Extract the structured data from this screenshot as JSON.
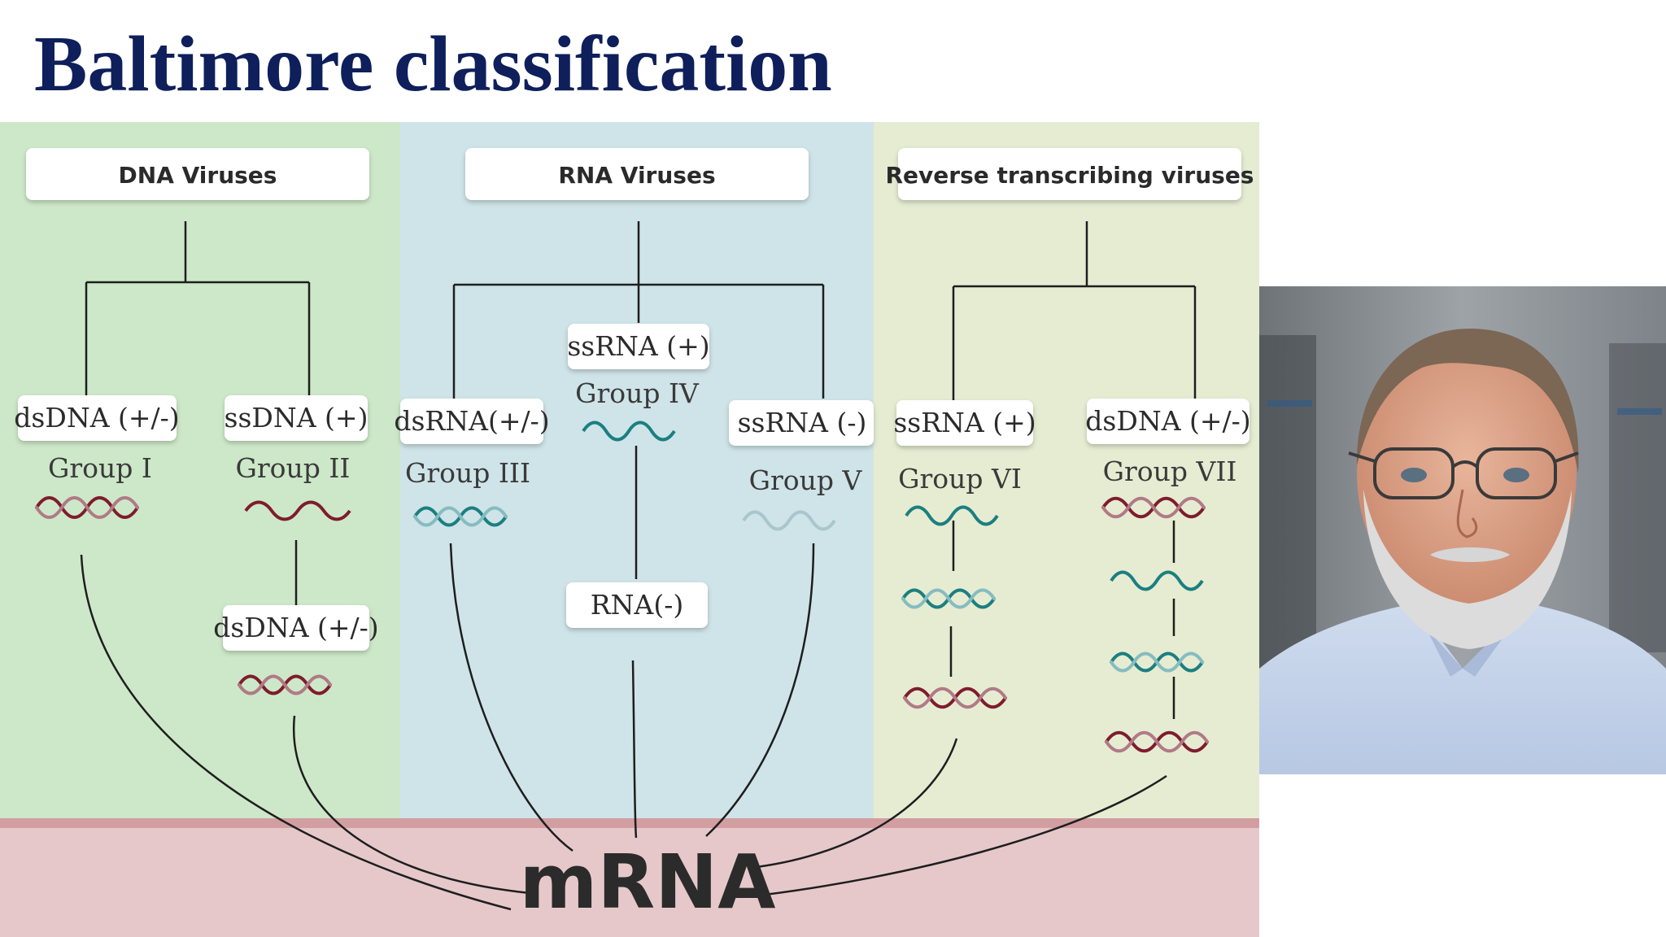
{
  "slide": {
    "title": "Baltimore classification"
  },
  "diagram": {
    "headers": {
      "dna": "DNA Viruses",
      "rna": "RNA Viruses",
      "rt": "Reverse transcribing viruses"
    },
    "groups": {
      "g1": {
        "type": "dsDNA (+/-)",
        "group": "Group I"
      },
      "g2": {
        "type": "ssDNA (+)",
        "group": "Group II",
        "intermediate": "dsDNA (+/-)"
      },
      "g3": {
        "type": "dsRNA(+/-)",
        "group": "Group III"
      },
      "g4": {
        "type": "ssRNA (+)",
        "group": "Group IV",
        "intermediate": "RNA(-)"
      },
      "g5": {
        "type": "ssRNA (-)",
        "group": "Group V"
      },
      "g6": {
        "type": "ssRNA (+)",
        "group": "Group VI"
      },
      "g7": {
        "type": "dsDNA (+/-)",
        "group": "Group VII"
      }
    },
    "mrna": "mRNA",
    "colors": {
      "dna_panel": "#cde8c8",
      "rna_panel": "#cfe4e8",
      "rt_panel": "#e6ecd2",
      "mrna_band": "#e6c8cb",
      "mrna_band_top": "#d29ea2",
      "dna_strand": "#7e1c2e",
      "rna_strand": "#1b7f80",
      "title": "#0e1f5b"
    }
  }
}
